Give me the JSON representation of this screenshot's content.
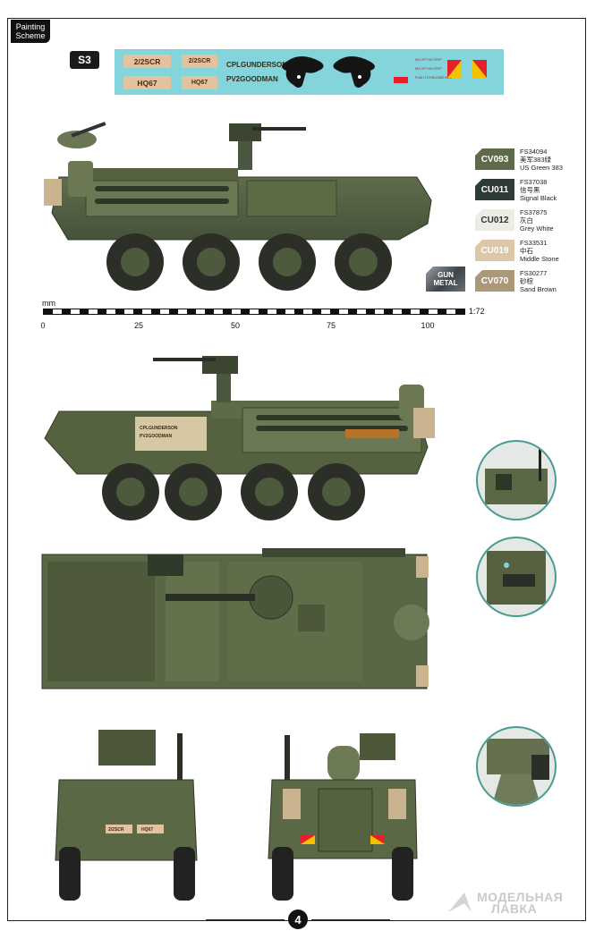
{
  "header": {
    "tab_label": "Painting Scheme",
    "scheme_code": "S3"
  },
  "decal_sheet": {
    "tags": [
      "2/2SCR",
      "2/2SCR",
      "HQ67",
      "HQ67"
    ],
    "names": [
      "CPLGUNDERSON",
      "PV2GOODMAN"
    ],
    "small_text": [
      "NO LIFT NO STEP",
      "NO LIFT NO STEP",
      "PUSH TO RELEASE BOX"
    ],
    "colors": {
      "background": "#84d4dc",
      "tag": "#e3c39f"
    }
  },
  "palette": [
    {
      "code": "CV093",
      "fs": "FS34094",
      "cn": "美军383绿",
      "name": "US Green 383",
      "color": "#5e6a4a"
    },
    {
      "code": "CU011",
      "fs": "FS37038",
      "cn": "信号黑",
      "name": "Signal Black",
      "color": "#2e3a36"
    },
    {
      "code": "CU012",
      "fs": "FS37875",
      "cn": "灰白",
      "name": "Grey White",
      "color": "#ecebe4",
      "dark_text": true
    },
    {
      "code": "CU019",
      "fs": "FS33531",
      "cn": "中石",
      "name": "Middle Stone",
      "color": "#dcc7a8"
    },
    {
      "code": "CV070",
      "fs": "FS30277",
      "cn": "砂棕",
      "name": "Sand Brown",
      "color": "#aa9878"
    }
  ],
  "gun_metal_label": "GUN METAL",
  "scale": {
    "unit": "mm",
    "ticks": [
      "0",
      "25",
      "50",
      "75",
      "100"
    ],
    "ratio": "1:72"
  },
  "side_markings": [
    "CPLGUNDERSON",
    "PV2GOODMAN"
  ],
  "front_markings": [
    "2/2SCR",
    "HQ67"
  ],
  "page_number": "4",
  "watermark": [
    "МОДЕЛЬНАЯ",
    "ЛАВКА"
  ]
}
